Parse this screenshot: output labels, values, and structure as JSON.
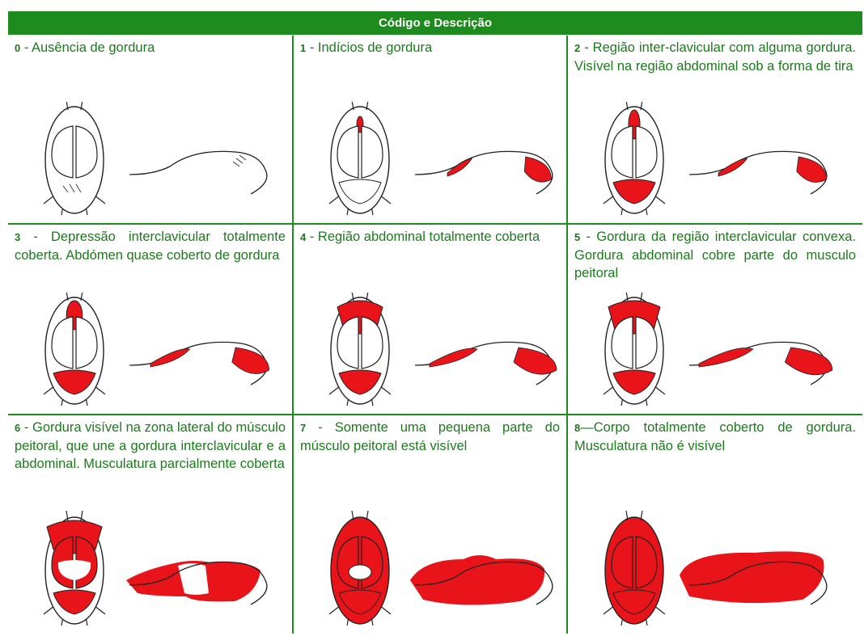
{
  "header": {
    "title": "Código e Descrição"
  },
  "colors": {
    "accent": "#1e8b1e",
    "text": "#1c7a1c",
    "fat": "#e8141a",
    "outline": "#222222"
  },
  "cells": [
    {
      "code": "0",
      "text": " - Ausência de gordura",
      "fat_level": 0
    },
    {
      "code": "1",
      "text": " - Indícios de gordura",
      "fat_level": 1
    },
    {
      "code": "2",
      "text": " - Região inter-clavicular com alguma gordura. Visível na região abdominal sob a forma de tira",
      "fat_level": 2
    },
    {
      "code": "3",
      "text": " - Depressão interclavicular totalmente coberta. Abdómen quase coberto de gordura",
      "fat_level": 3
    },
    {
      "code": "4",
      "text": " - Região abdominal totalmente coberta",
      "fat_level": 4
    },
    {
      "code": "5",
      "text": " - Gordura da região interclavicular convexa. Gordura abdominal cobre parte do musculo peitoral",
      "fat_level": 5
    },
    {
      "code": "6",
      "text": " - Gordura visível na zona lateral do músculo peitoral, que une a gordura interclavicular e a abdominal. Musculatura parcialmente coberta",
      "fat_level": 6
    },
    {
      "code": "7",
      "text": " - Somente uma pequena parte do músculo peitoral está visível",
      "fat_level": 7
    },
    {
      "code": "8",
      "text": "—Corpo totalmente coberto de gordura. Musculatura não é visível",
      "fat_level": 8
    }
  ]
}
